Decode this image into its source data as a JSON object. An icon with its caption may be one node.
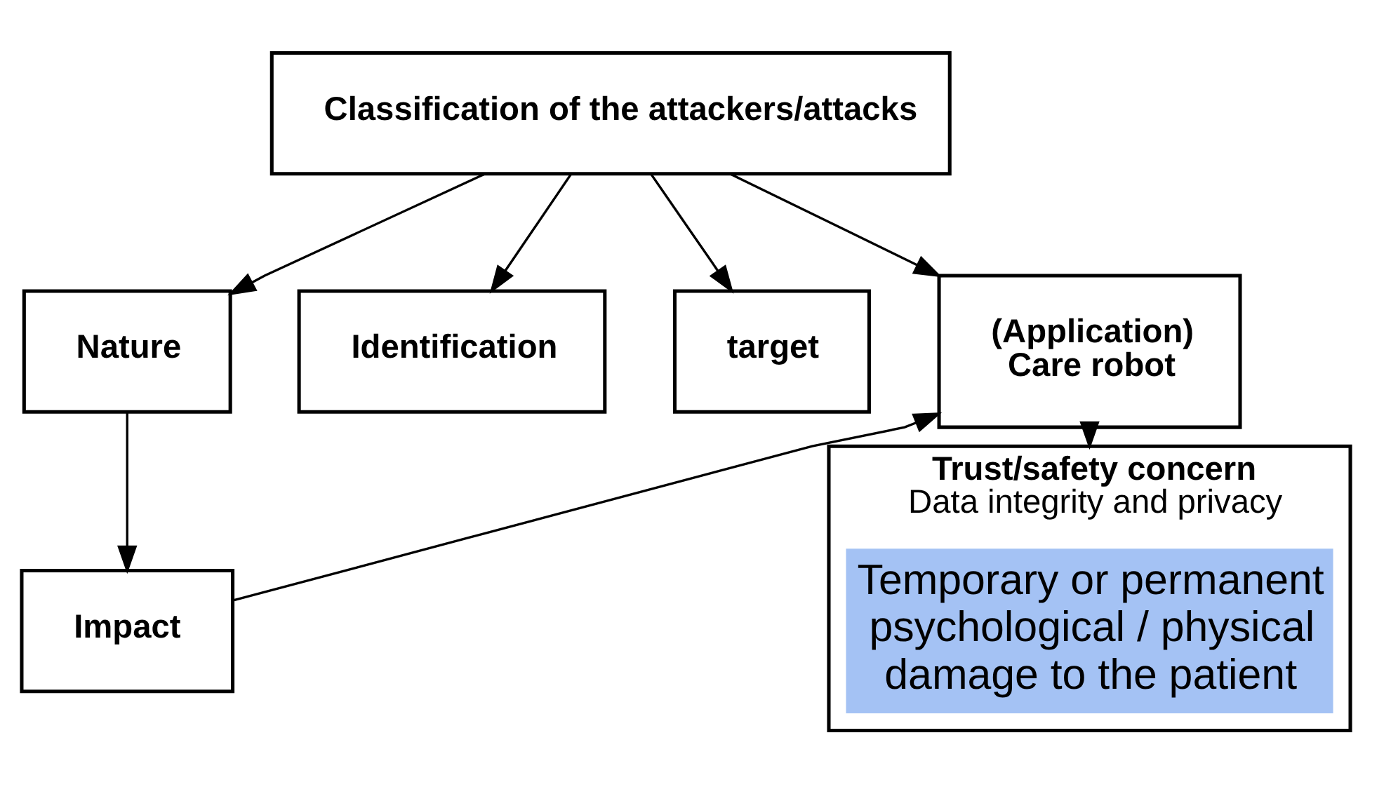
{
  "diagram": {
    "nodes": [
      {
        "text": [
          "Classification of the attackers/attacks"
        ]
      },
      {
        "text": [
          "Nature"
        ]
      },
      {
        "text": [
          "Identification"
        ]
      },
      {
        "text": [
          "target"
        ]
      },
      {
        "text": [
          "(Application) Care robot"
        ]
      },
      {
        "text": [
          "Impact"
        ]
      },
      {
        "text": [
          "Trust/safety concern",
          "Data integrity and privacy"
        ]
      },
      {
        "text": [
          "Temporary or permanent psychological / physical damage to the patient"
        ],
        "in": 6
      }
    ],
    "edges": [
      {
        "from": 0,
        "to": 1,
        "arrow": "to"
      },
      {
        "from": 0,
        "to": 2,
        "arrow": "to"
      },
      {
        "from": 0,
        "to": 3,
        "arrow": "to"
      },
      {
        "from": 0,
        "to": 4,
        "arrow": "to"
      },
      {
        "from": 1,
        "to": 5,
        "arrow": "to"
      },
      {
        "from": 5,
        "to": 4,
        "arrow": "to"
      },
      {
        "from": 4,
        "to": 6,
        "arrow": "to"
      }
    ]
  }
}
